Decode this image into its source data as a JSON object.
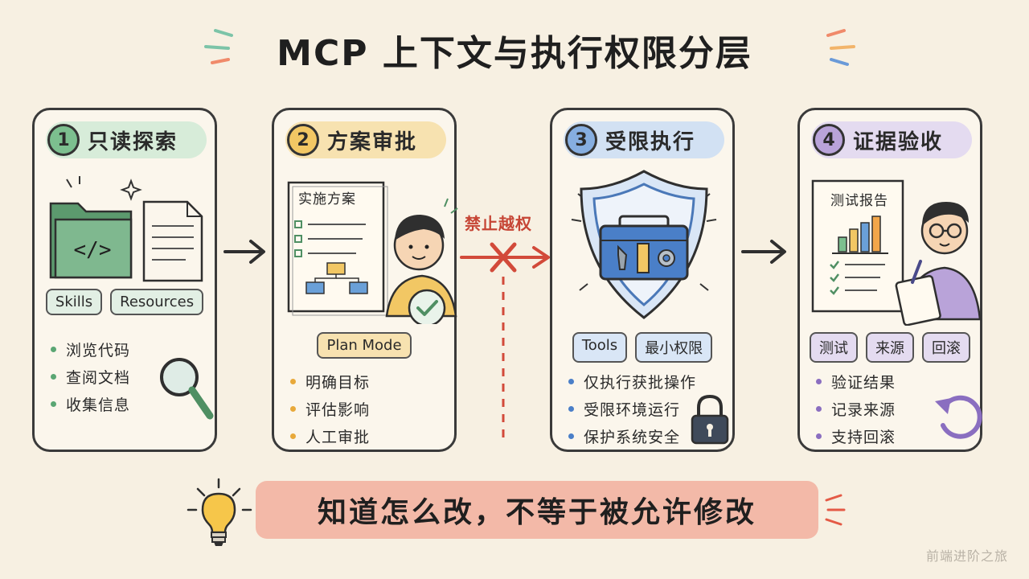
{
  "title": "MCP 上下文与执行权限分层",
  "steps": [
    {
      "number": "1",
      "title": "只读探索",
      "tags": [
        "Skills",
        "Resources"
      ],
      "bullets": [
        "浏览代码",
        "查阅文档",
        "收集信息"
      ]
    },
    {
      "number": "2",
      "title": "方案审批",
      "doc_title": "实施方案",
      "tags": [
        "Plan Mode"
      ],
      "bullets": [
        "明确目标",
        "评估影响",
        "人工审批"
      ]
    },
    {
      "number": "3",
      "title": "受限执行",
      "tags": [
        "Tools",
        "最小权限"
      ],
      "bullets": [
        "仅执行获批操作",
        "受限环境运行",
        "保护系统安全"
      ]
    },
    {
      "number": "4",
      "title": "证据验收",
      "doc_title": "测试报告",
      "tags": [
        "测试",
        "来源",
        "回滚"
      ],
      "bullets": [
        "验证结果",
        "记录来源",
        "支持回滚"
      ]
    }
  ],
  "forbidden_label": "禁止越权",
  "banner": "知道怎么改，不等于被允许修改",
  "watermark": "前端进阶之旅",
  "colors": {
    "background": "#f7f0e2",
    "step1": "#8cc4a0",
    "step2": "#f2c764",
    "step3": "#86aee0",
    "step4": "#b9a3d9",
    "forbidden": "#d24a3a",
    "banner": "#f3b9a8"
  }
}
